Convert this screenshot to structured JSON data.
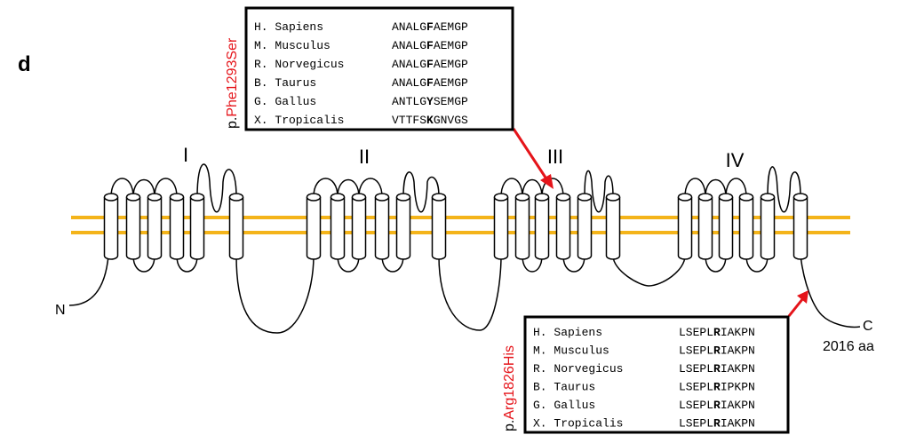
{
  "panel_label": "d",
  "domains": [
    "I",
    "II",
    "III",
    "IV"
  ],
  "terminals": {
    "n": "N",
    "c": "C",
    "length": "2016 aa"
  },
  "colors": {
    "membrane": "#F4B41A",
    "mutation": "#E5141A",
    "stroke": "#000000"
  },
  "alignment_top": {
    "mutation": {
      "prefix": "p.",
      "name": "Phe1293Ser"
    },
    "rows": [
      {
        "species": "H. Sapiens",
        "pre": "ANALG",
        "res": "F",
        "post": "AEMGP"
      },
      {
        "species": "M. Musculus",
        "pre": "ANALG",
        "res": "F",
        "post": "AEMGP"
      },
      {
        "species": "R. Norvegicus",
        "pre": "ANALG",
        "res": "F",
        "post": "AEMGP"
      },
      {
        "species": "B. Taurus",
        "pre": "ANALG",
        "res": "F",
        "post": "AEMGP"
      },
      {
        "species": "G. Gallus",
        "pre": "ANTLG",
        "res": "Y",
        "post": "SEMGP"
      },
      {
        "species": "X. Tropicalis",
        "pre": "VTTFS",
        "res": "K",
        "post": "GNVGS"
      }
    ]
  },
  "alignment_bottom": {
    "mutation": {
      "prefix": "p.",
      "name": "Arg1826His"
    },
    "rows": [
      {
        "species": "H. Sapiens",
        "pre": "LSEPL",
        "res": "R",
        "post": "IAKPN"
      },
      {
        "species": "M. Musculus",
        "pre": "LSEPL",
        "res": "R",
        "post": "IAKPN"
      },
      {
        "species": "R. Norvegicus",
        "pre": "LSEPL",
        "res": "R",
        "post": "IAKPN"
      },
      {
        "species": "B. Taurus",
        "pre": "LSEPL",
        "res": "R",
        "post": "IPKPN"
      },
      {
        "species": "G. Gallus",
        "pre": "LSEPL",
        "res": "R",
        "post": "IAKPN"
      },
      {
        "species": "X. Tropicalis",
        "pre": "LSEPL",
        "res": "R",
        "post": "IAKPN"
      }
    ]
  }
}
